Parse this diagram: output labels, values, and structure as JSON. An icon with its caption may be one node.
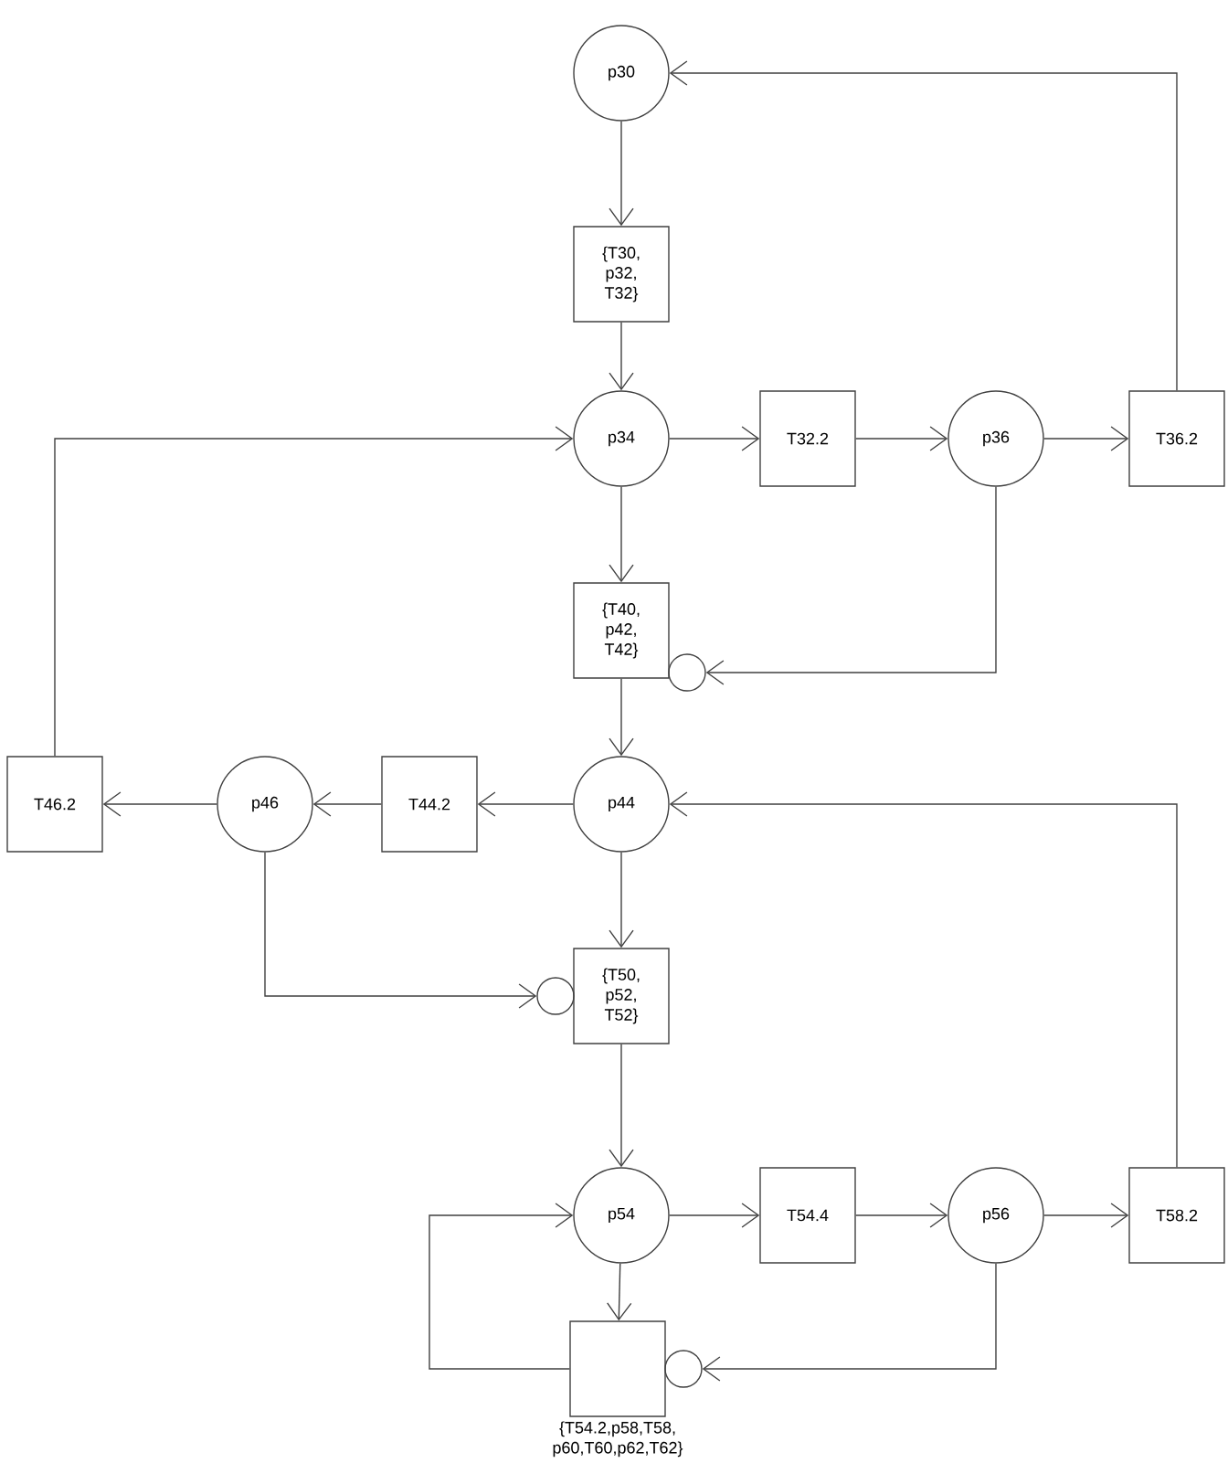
{
  "diagram": {
    "nodes": [
      {
        "text": [
          "p30"
        ]
      },
      {
        "text": [
          "{T30, p32, T32}"
        ]
      },
      {
        "text": [
          "p34"
        ]
      },
      {
        "text": [
          "T32.2"
        ]
      },
      {
        "text": [
          "p36"
        ]
      },
      {
        "text": [
          "T36.2"
        ]
      },
      {
        "text": [
          "{T40, p42, T42}"
        ]
      },
      {
        "text": [],
        "shape": "circle"
      },
      {
        "text": [
          "T46.2"
        ]
      },
      {
        "text": [
          "p46"
        ]
      },
      {
        "text": [
          "T44.2"
        ]
      },
      {
        "text": [
          "p44"
        ]
      },
      {
        "text": [
          "{T50, p52, T52}"
        ]
      },
      {
        "text": [],
        "shape": "circle"
      },
      {
        "text": [
          "p54"
        ]
      },
      {
        "text": [
          "T54.4"
        ]
      },
      {
        "text": [
          "p56"
        ]
      },
      {
        "text": [
          "T58.2"
        ]
      },
      {
        "text": [],
        "shape": "box",
        "beside": [
          "{T54.2,p58,T58, p60,T60,p62,T62}"
        ]
      },
      {
        "text": [],
        "shape": "circle"
      }
    ],
    "edges": [
      {
        "from": 0,
        "to": 1,
        "arrow": "to"
      },
      {
        "from": 1,
        "to": 2,
        "arrow": "to"
      },
      {
        "from": 2,
        "to": 3,
        "arrow": "to"
      },
      {
        "from": 3,
        "to": 4,
        "arrow": "to"
      },
      {
        "from": 4,
        "to": 5,
        "arrow": "to"
      },
      {
        "from": 5,
        "to": 0,
        "arrow": "to"
      },
      {
        "from": 8,
        "to": 2,
        "arrow": "to"
      },
      {
        "from": 2,
        "to": 6,
        "arrow": "to"
      },
      {
        "from": 4,
        "to": 7,
        "arrow": "to"
      },
      {
        "from": 6,
        "to": 11,
        "arrow": "to"
      },
      {
        "from": 11,
        "to": 10,
        "arrow": "to"
      },
      {
        "from": 10,
        "to": 9,
        "arrow": "to"
      },
      {
        "from": 9,
        "to": 8,
        "arrow": "to"
      },
      {
        "from": 9,
        "to": 13,
        "arrow": "to"
      },
      {
        "from": 11,
        "to": 12,
        "arrow": "to"
      },
      {
        "from": 12,
        "to": 14,
        "arrow": "to"
      },
      {
        "from": 14,
        "to": 15,
        "arrow": "to"
      },
      {
        "from": 15,
        "to": 16,
        "arrow": "to"
      },
      {
        "from": 16,
        "to": 17,
        "arrow": "to"
      },
      {
        "from": 17,
        "to": 11,
        "arrow": "to"
      },
      {
        "from": 14,
        "to": 18,
        "arrow": "to"
      },
      {
        "from": 18,
        "to": 14,
        "arrow": "to"
      },
      {
        "from": 16,
        "to": 19,
        "arrow": "to"
      }
    ]
  }
}
